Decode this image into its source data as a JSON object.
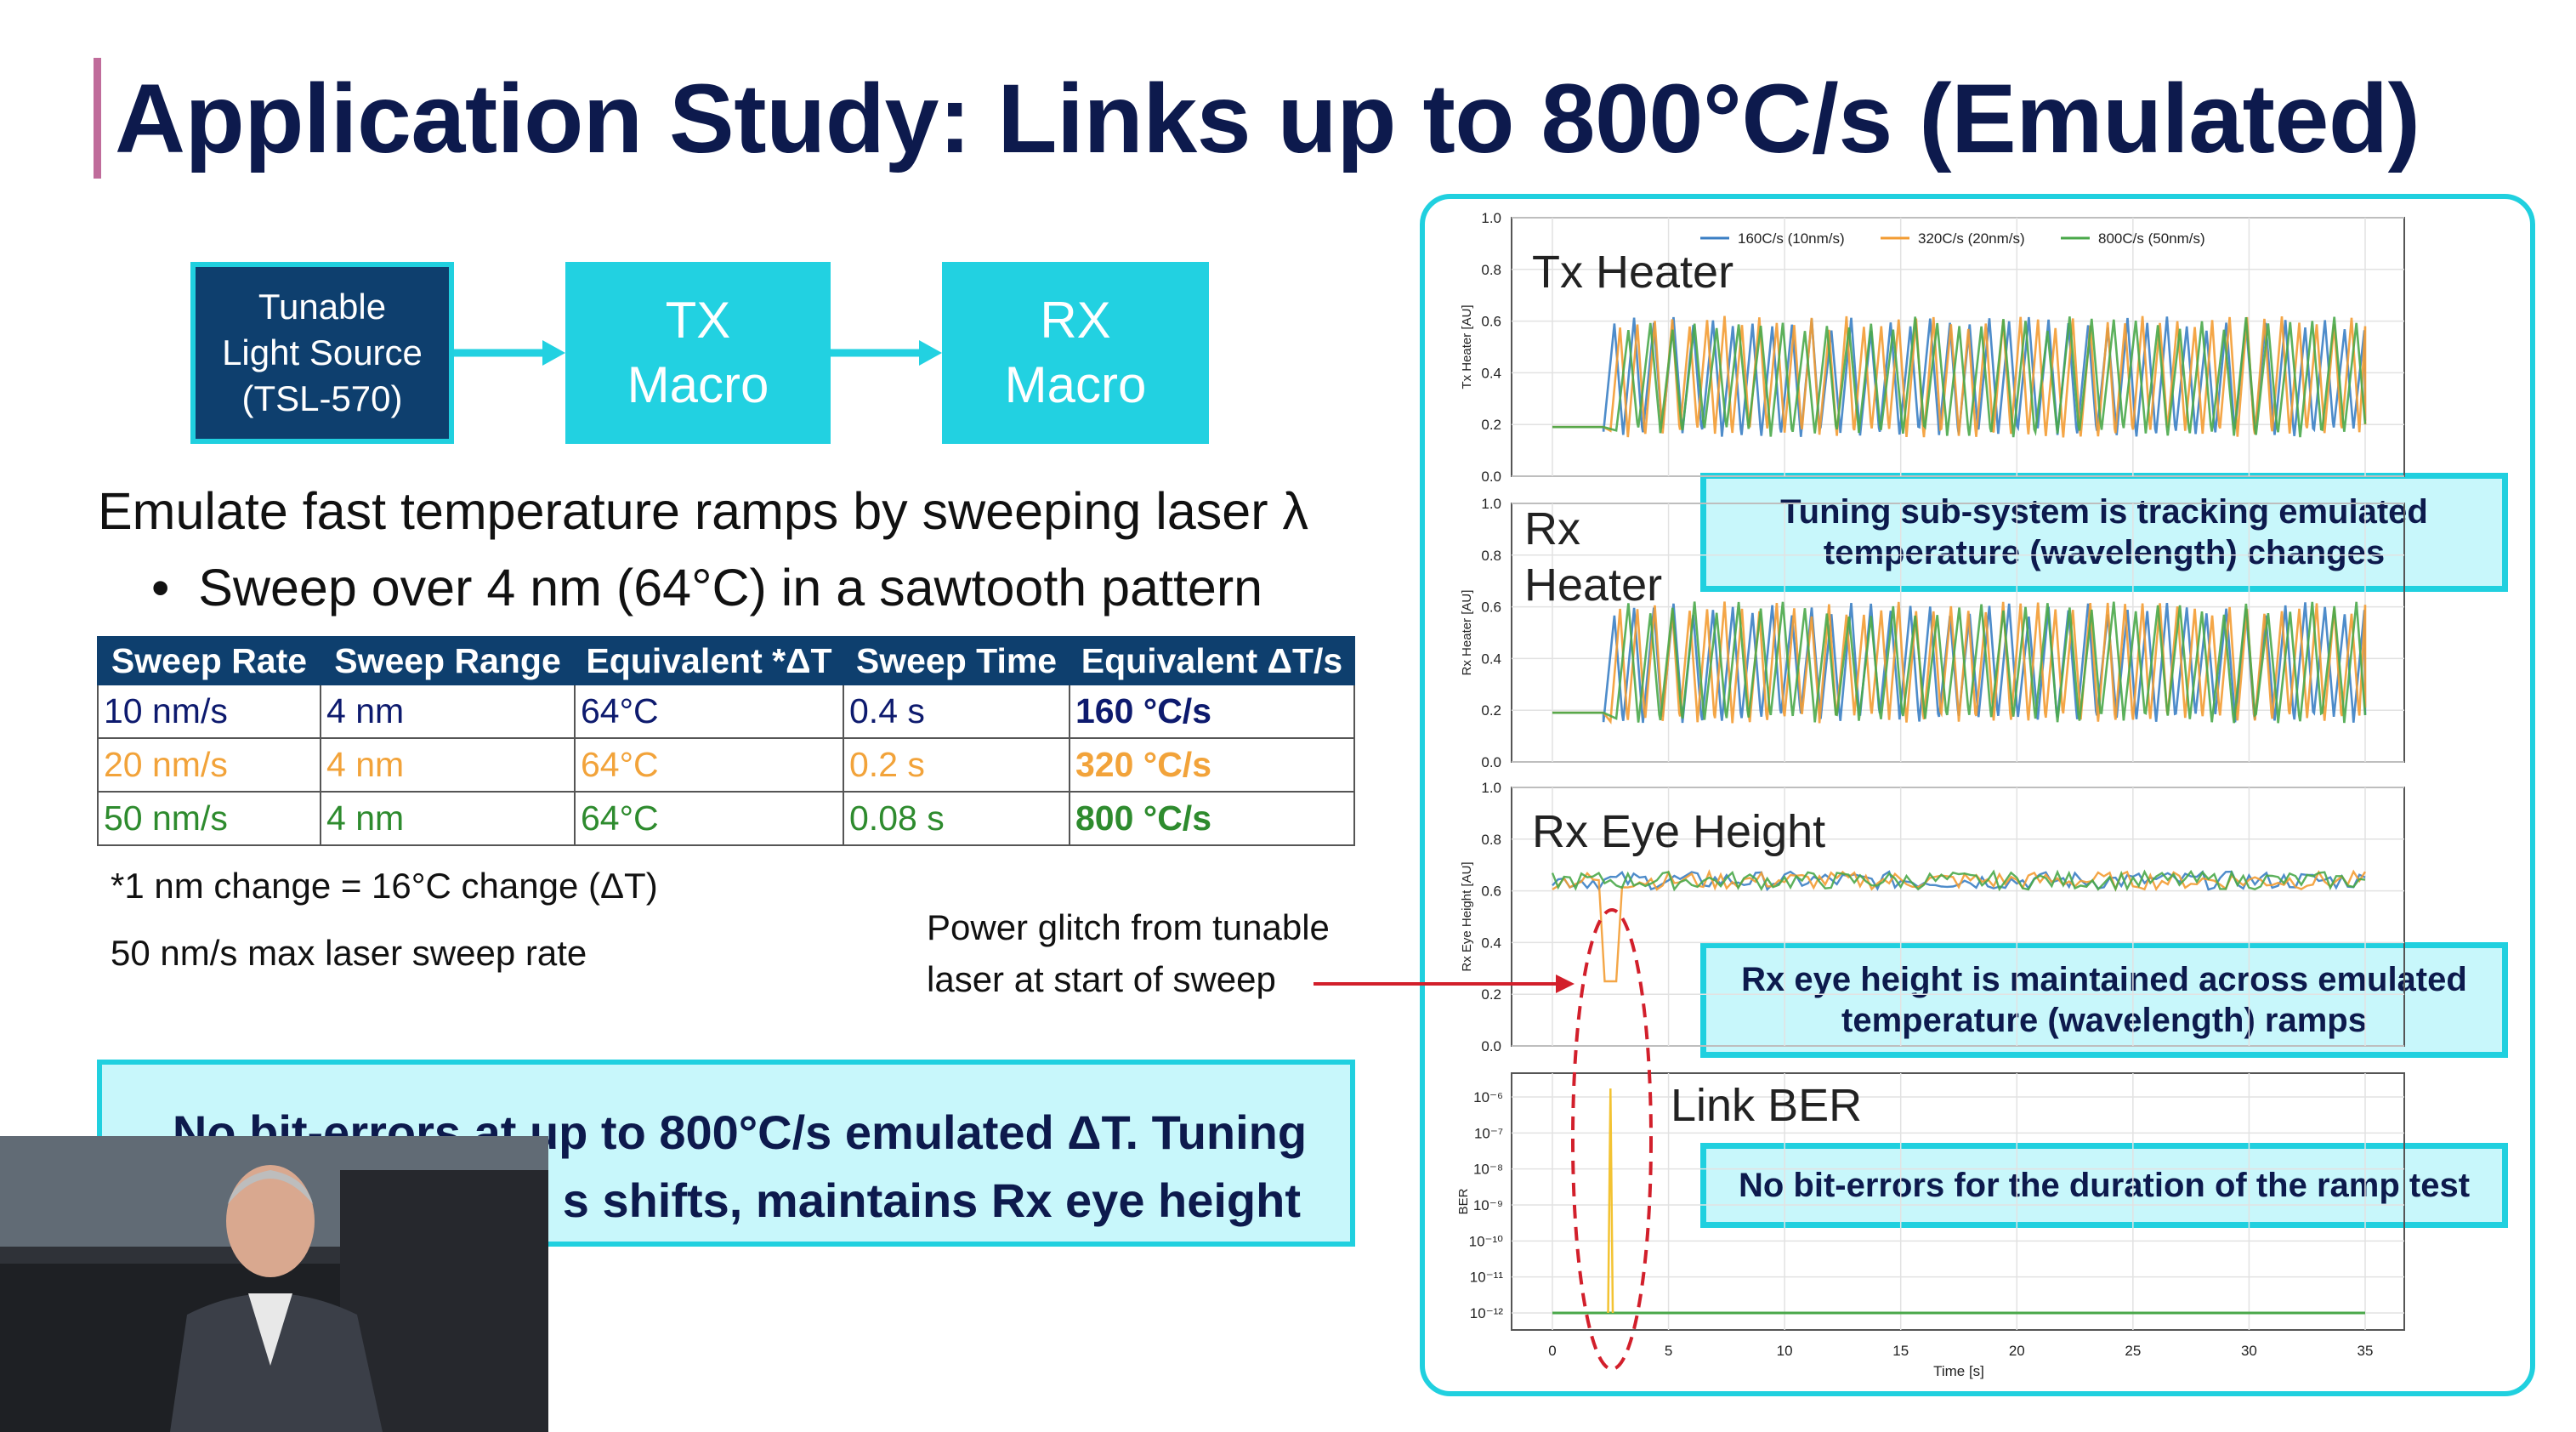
{
  "title": "Application Study: Links up to 800°C/s (Emulated)",
  "flow": {
    "source": [
      "Tunable",
      "Light Source",
      "(TSL-570)"
    ],
    "tx": [
      "TX",
      "Macro"
    ],
    "rx": [
      "RX",
      "Macro"
    ]
  },
  "emulate_text": "Emulate fast temperature ramps by sweeping laser λ",
  "bullet_text": "Sweep over 4 nm (64°C) in a sawtooth pattern",
  "table": {
    "headers": [
      "Sweep Rate",
      "Sweep Range",
      "Equivalent *ΔT",
      "Sweep Time",
      "Equivalent ΔT/s"
    ],
    "rows": [
      [
        "10 nm/s",
        "4 nm",
        "64°C",
        "0.4 s",
        "160 °C/s"
      ],
      [
        "20 nm/s",
        "4 nm",
        "64°C",
        "0.2 s",
        "320 °C/s"
      ],
      [
        "50 nm/s",
        "4 nm",
        "64°C",
        "0.08 s",
        "800 °C/s"
      ]
    ],
    "row_colors": [
      "#0d1a6e",
      "#f2a33a",
      "#2e8b2e"
    ]
  },
  "footnote": "*1 nm change = 16°C change (ΔT)",
  "max_rate": "50 nm/s max laser sweep rate",
  "glitch_note": [
    "Power glitch from tunable",
    "laser at start of sweep"
  ],
  "summary": [
    "No bit-errors at up to 800°C/s emulated ΔT. Tuning",
    "s shifts, maintains Rx eye height"
  ],
  "colors": {
    "navy": "#0d1a4d",
    "cyan": "#22d1e1",
    "dark_blue": "#0e3f6e",
    "callout_bg": "#c8f7fb",
    "accent": "#c06c9b"
  },
  "callouts": {
    "tracking": [
      "Tuning sub-system is tracking emulated",
      "temperature (wavelength) changes"
    ],
    "eye": [
      "Rx eye height is maintained across emulated",
      "temperature (wavelength) ramps"
    ],
    "ber": "No bit-errors for the duration of the ramp test"
  },
  "chart_data": [
    {
      "type": "line",
      "title": "Tx Heater",
      "ylabel": "Tx Heater [AU]",
      "ylim": [
        0.0,
        1.0
      ],
      "yticks": [
        "0.0",
        "0.2",
        "0.4",
        "0.6",
        "0.8",
        "1.0"
      ],
      "xlim": [
        0,
        35
      ],
      "legend": "top",
      "series": [
        {
          "name": "160C/s (10nm/s)",
          "color": "#3b7fc4",
          "sweep_period_s": 0.4,
          "start_s": 2.2,
          "baseline": 0.19,
          "range": [
            0.15,
            0.62
          ]
        },
        {
          "name": "320C/s (20nm/s)",
          "color": "#f39c33",
          "sweep_period_s": 0.2,
          "start_s": 2.2,
          "baseline": 0.19,
          "range": [
            0.15,
            0.62
          ]
        },
        {
          "name": "800C/s (50nm/s)",
          "color": "#4aa84a",
          "sweep_period_s": 0.08,
          "start_s": 2.2,
          "baseline": 0.19,
          "range": [
            0.15,
            0.62
          ]
        }
      ]
    },
    {
      "type": "line",
      "title": "Rx Heater",
      "title_lines": [
        "Rx",
        "Heater"
      ],
      "ylabel": "Rx Heater [AU]",
      "ylim": [
        0.0,
        1.0
      ],
      "yticks": [
        "0.0",
        "0.2",
        "0.4",
        "0.6",
        "0.8",
        "1.0"
      ],
      "xlim": [
        0,
        35
      ],
      "series_same_as": "Tx Heater"
    },
    {
      "type": "line",
      "title": "Rx Eye Height",
      "ylabel": "Rx Eye Height [AU]",
      "ylim": [
        0.0,
        1.0
      ],
      "yticks": [
        "0.0",
        "0.2",
        "0.4",
        "0.6",
        "0.8",
        "1.0"
      ],
      "xlim": [
        0,
        35
      ],
      "level": 0.64,
      "glitch_at_s": 2.5
    },
    {
      "type": "line",
      "title": "Link BER",
      "ylabel": "BER",
      "yscale": "log",
      "yticks": [
        "10⁻⁶",
        "10⁻⁷",
        "10⁻⁸",
        "10⁻⁹",
        "10⁻¹⁰",
        "10⁻¹¹",
        "10⁻¹²"
      ],
      "xlabel": "Time [s]",
      "xticks": [
        "0",
        "5",
        "10",
        "15",
        "20",
        "25",
        "30",
        "35"
      ],
      "xlim": [
        0,
        35
      ],
      "floor": "10⁻¹²",
      "spike_at_s": 2.5
    }
  ],
  "video": {
    "label": "presenter"
  }
}
